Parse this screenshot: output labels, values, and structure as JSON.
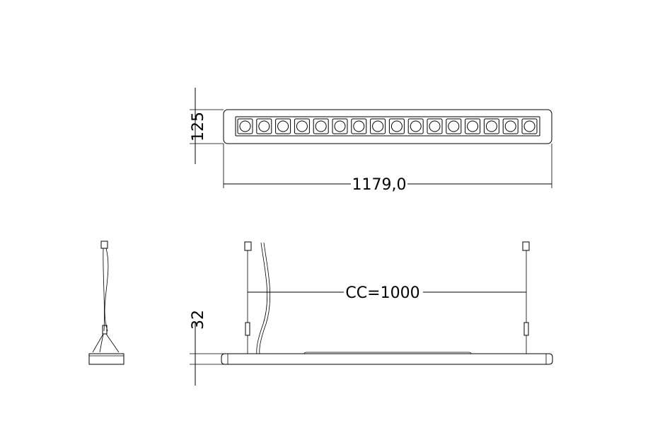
{
  "drawing": {
    "dimensions": {
      "height_label": "125",
      "width_label": "1179,0",
      "center_distance_label": "CC=1000",
      "profile_height_label": "32"
    },
    "led_count": 16
  }
}
